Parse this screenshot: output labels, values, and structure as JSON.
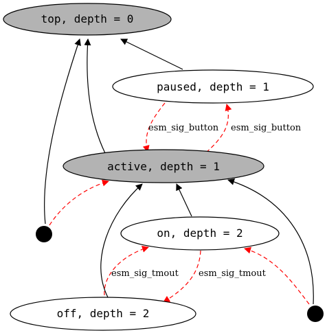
{
  "states": {
    "top": {
      "label": "top, depth = 0",
      "fill": "#b3b3b3"
    },
    "paused": {
      "label": "paused, depth = 1",
      "fill": "#ffffff"
    },
    "active": {
      "label": "active, depth = 1",
      "fill": "#b3b3b3"
    },
    "on": {
      "label": "on, depth = 2",
      "fill": "#ffffff"
    },
    "off": {
      "label": "off, depth = 2",
      "fill": "#ffffff"
    }
  },
  "transitions": {
    "paused_to_active": "esm_sig_button",
    "active_to_paused": "esm_sig_button",
    "off_to_on": "esm_sig_tmout",
    "on_to_off": "esm_sig_tmout"
  },
  "colors": {
    "hierarchy_edge": "#000000",
    "transition_edge": "#ff0000",
    "composite_state": "#b3b3b3",
    "leaf_state": "#ffffff"
  }
}
